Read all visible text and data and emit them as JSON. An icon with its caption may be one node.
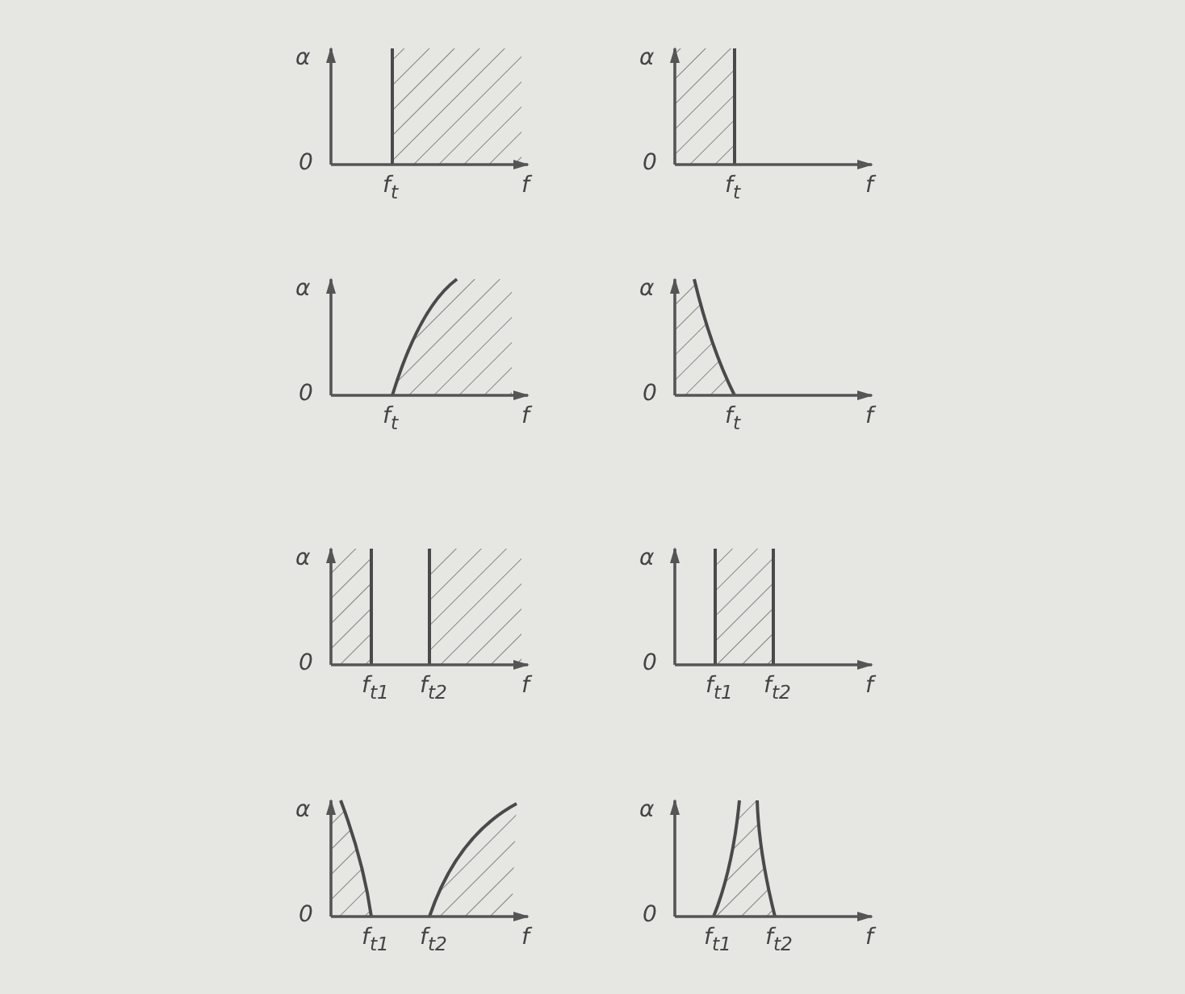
{
  "diagram": {
    "labels": [
      "α",
      "0",
      "f$_{t}$",
      "f",
      "α",
      "0",
      "f$_{t}$",
      "f",
      "α",
      "0",
      "f$_{t}$",
      "f",
      "α",
      "0",
      "f$_{t}$",
      "f",
      "α",
      "0",
      "f$_{t1}$",
      "f$_{t2}$",
      "f",
      "α",
      "0",
      "f$_{t1}$",
      "f$_{t2}$",
      "f",
      "α",
      "0",
      "f$_{t1}$",
      "f$_{t2}$",
      "f",
      "α",
      "0",
      "f$_{t1}$",
      "f$_{t2}$",
      "f"
    ]
  }
}
